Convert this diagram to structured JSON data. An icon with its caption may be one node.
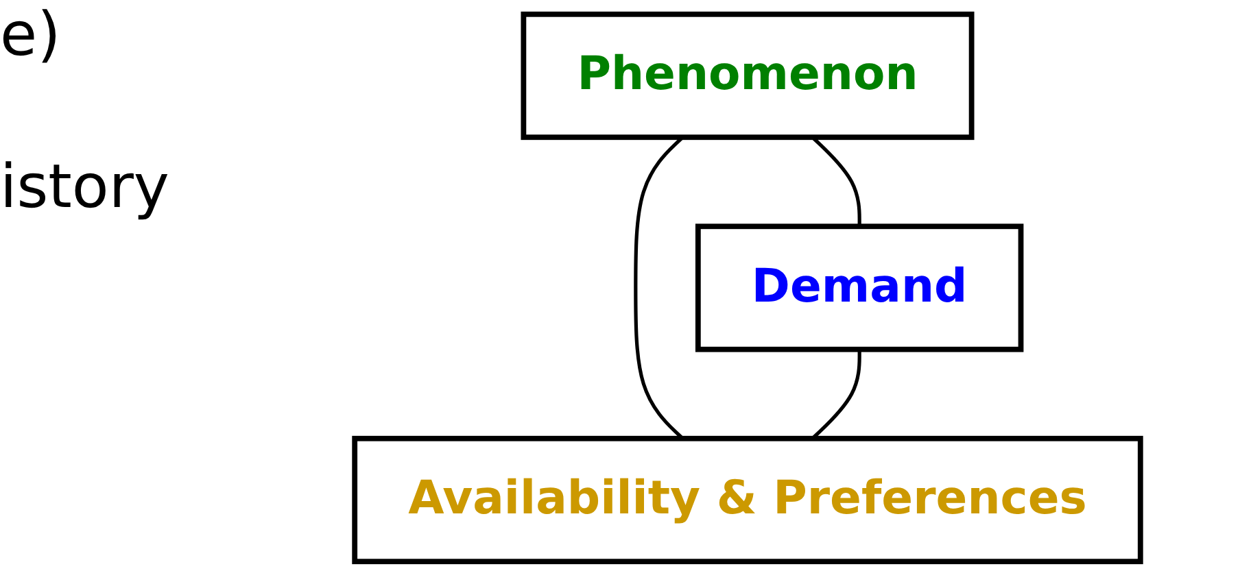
{
  "diagram": {
    "nodes": [
      {
        "text": [
          "Phenomenon"
        ]
      },
      {
        "text": [
          "Demand"
        ]
      },
      {
        "text": [
          "Availability & Preferences"
        ]
      }
    ],
    "edges": [
      {
        "from": 0,
        "to": 1,
        "arrow": "none"
      },
      {
        "from": 0,
        "to": 2,
        "arrow": "none"
      },
      {
        "from": 1,
        "to": 2,
        "arrow": "none"
      }
    ],
    "labels": [
      "e)",
      "istory"
    ]
  }
}
